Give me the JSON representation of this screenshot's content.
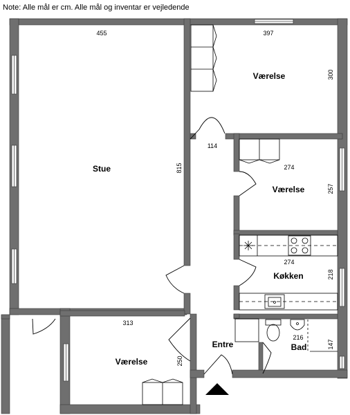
{
  "note": "Note: Alle mål er cm. Alle mål og inventar er vejledende",
  "rooms": {
    "stue": "Stue",
    "vaerelse_top": "Værelse",
    "vaerelse_mid": "Værelse",
    "vaerelse_bottom": "Værelse",
    "koekken": "Køkken",
    "bad": "Bad",
    "entre": "Entre"
  },
  "dimensions": {
    "stue_width": "455",
    "stue_height": "815",
    "vaerelse_top_width": "397",
    "vaerelse_top_height": "300",
    "hall_width": "114",
    "vaerelse_mid_width": "274",
    "vaerelse_mid_height": "257",
    "koekken_width": "274",
    "koekken_height": "218",
    "vaerelse_bottom_width": "313",
    "vaerelse_bottom_height": "250",
    "bad_width": "216",
    "bad_height": "147"
  },
  "colors": {
    "wall": "#6f6f6f",
    "line": "#000000",
    "background": "#ffffff"
  }
}
